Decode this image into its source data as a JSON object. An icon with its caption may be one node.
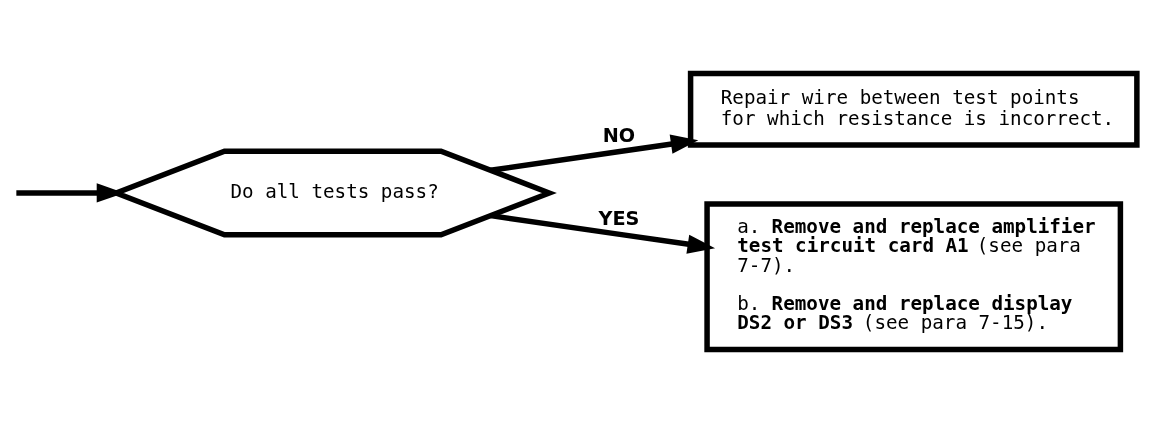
{
  "diagram": {
    "nodes": [
      {
        "text": [
          "Do all tests pass?"
        ]
      },
      {
        "text": [
          "Repair wire between test points for which resistance is incorrect."
        ]
      },
      {
        "text": [
          "a. **Remove and replace amplifier test circuit card A1** (see para 7-7).",
          "b. **Remove and replace display DS2 or DS3** (see para 7-15)."
        ]
      }
    ],
    "edges": [
      {
        "from": null,
        "to": 0,
        "arrow": "to"
      },
      {
        "from": 0,
        "to": 1,
        "arrow": "to",
        "label": "NO"
      },
      {
        "from": 0,
        "to": 2,
        "arrow": "to",
        "label": "YES"
      }
    ]
  }
}
